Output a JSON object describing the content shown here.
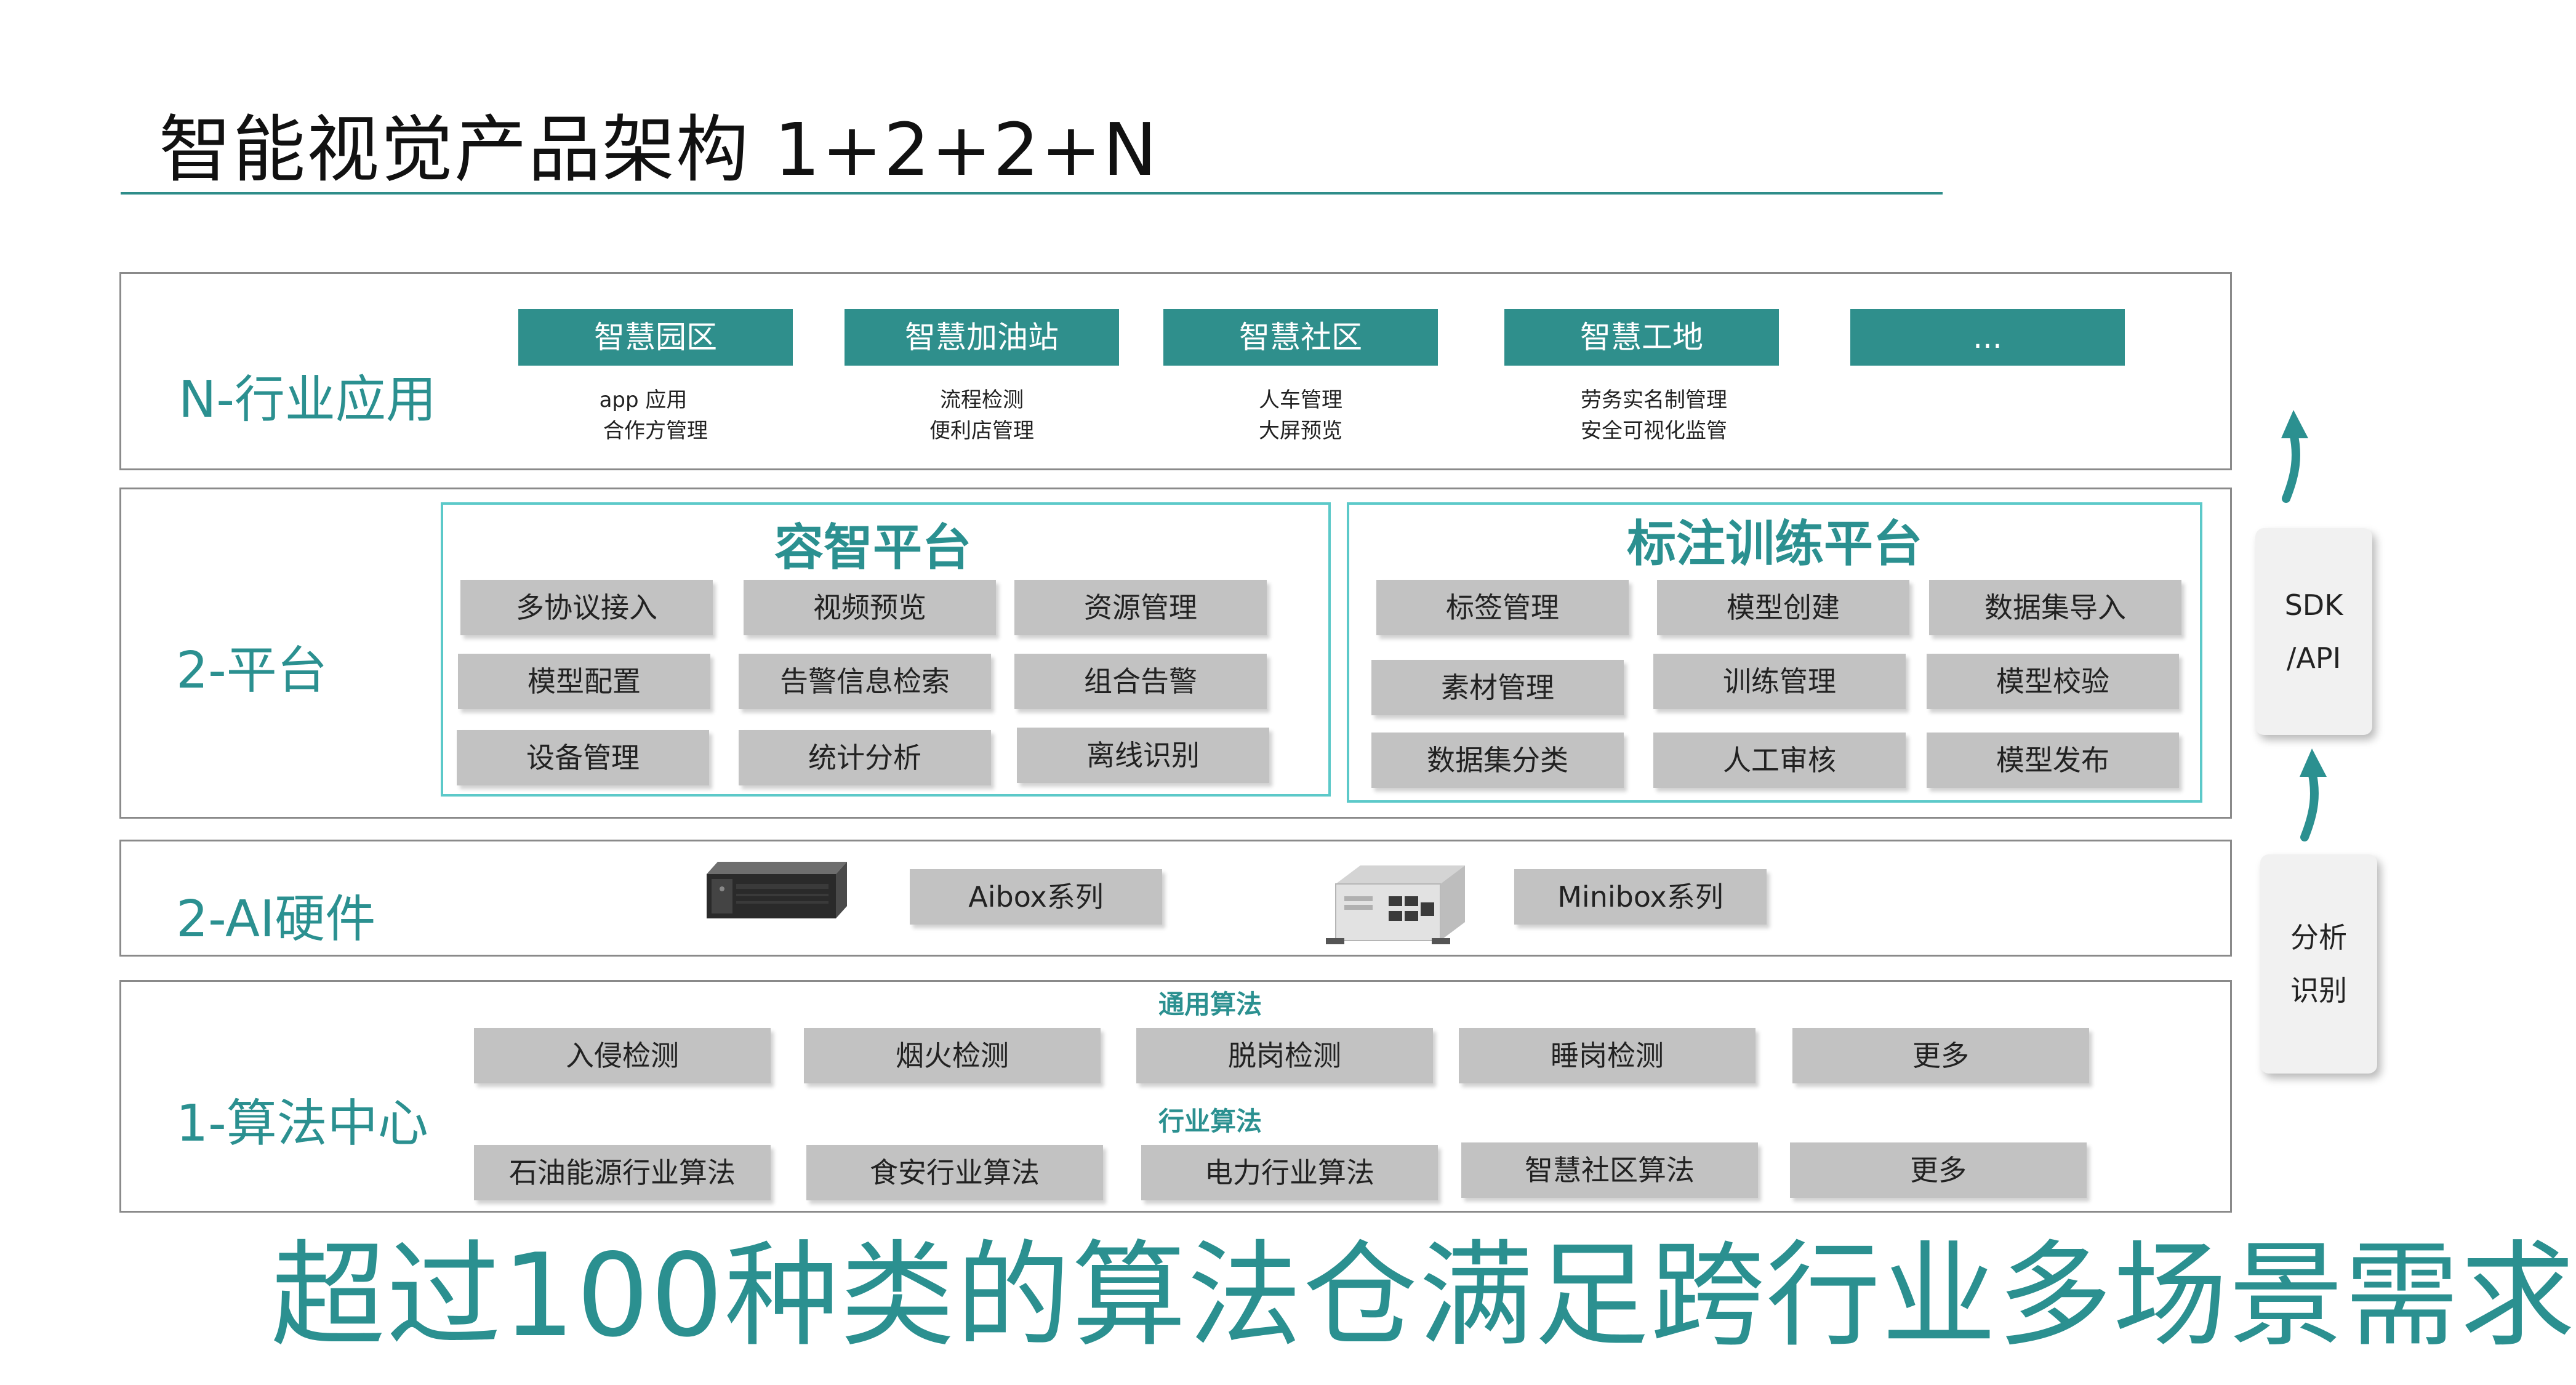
{
  "title": "智能视觉产品架构 1+2+2+N",
  "layers": {
    "app": {
      "label": "N-行业应用",
      "items": [
        {
          "name": "智慧园区",
          "sub": [
            "app 应用",
            "合作方管理"
          ]
        },
        {
          "name": "智慧加油站",
          "sub": [
            "流程检测",
            "便利店管理"
          ]
        },
        {
          "name": "智慧社区",
          "sub": [
            "人车管理",
            "大屏预览"
          ]
        },
        {
          "name": "智慧工地",
          "sub": [
            "劳务实名制管理",
            "安全可视化监管"
          ]
        },
        {
          "name": "...",
          "sub": []
        }
      ]
    },
    "platform": {
      "label": "2-平台",
      "rongzhi": {
        "title": "容智平台",
        "items": [
          "多协议接入",
          "视频预览",
          "资源管理",
          "模型配置",
          "告警信息检索",
          "组合告警",
          "设备管理",
          "统计分析",
          "离线识别"
        ]
      },
      "annotation": {
        "title": "标注训练平台",
        "items": [
          "标签管理",
          "模型创建",
          "数据集导入",
          "素材管理",
          "训练管理",
          "模型校验",
          "数据集分类",
          "人工审核",
          "模型发布"
        ]
      }
    },
    "hardware": {
      "label": "2-AI硬件",
      "items": [
        "Aibox系列",
        "Minibox系列"
      ]
    },
    "algorithm": {
      "label": "1-算法中心",
      "general_label": "通用算法",
      "general": [
        "入侵检测",
        "烟火检测",
        "脱岗检测",
        "睡岗检测",
        "更多"
      ],
      "industry_label": "行业算法",
      "industry": [
        "石油能源行业算法",
        "食安行业算法",
        "电力行业算法",
        "智慧社区算法",
        "更多"
      ]
    }
  },
  "side": {
    "sdk": [
      "SDK",
      "/API"
    ],
    "analysis": [
      "分析",
      "识别"
    ]
  },
  "bottom_text": "超过100种类的算法仓满足跨行业多场景需求",
  "colors": {
    "teal": "#2f8f8c",
    "teal_text": "#2b9090",
    "panel_border": "#5cc9c9",
    "gray_box": "#c2c2c2"
  }
}
